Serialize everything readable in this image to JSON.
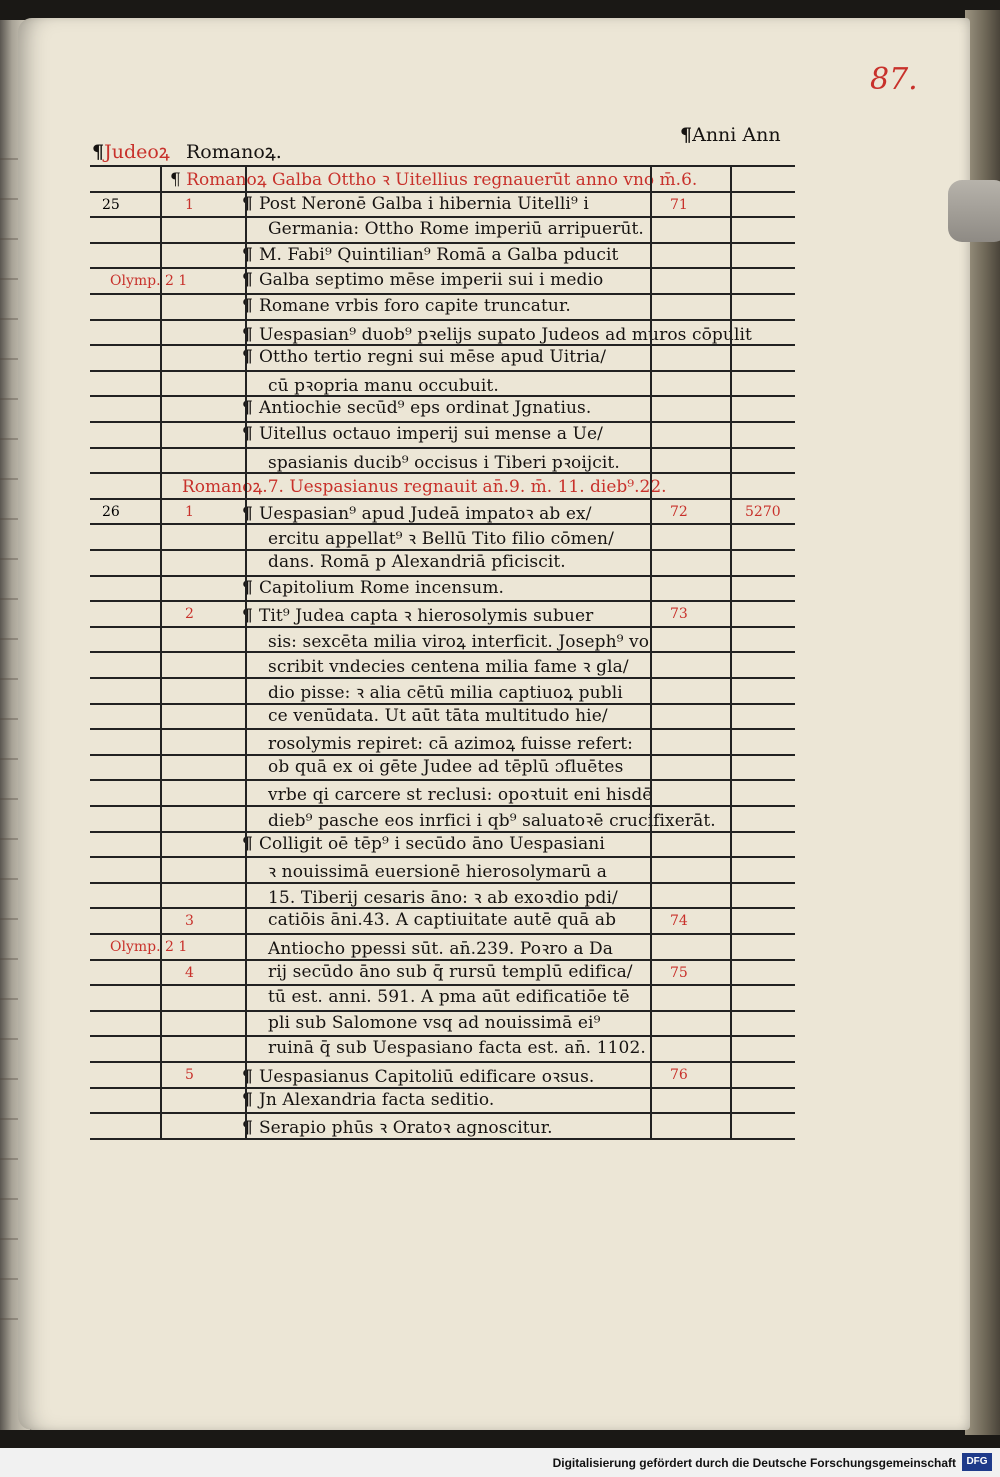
{
  "page_number": "87.",
  "headers": {
    "judeorum": "Judeoꝝ",
    "romanorum": "Romanoꝝ.",
    "anni": "Anni  Ann"
  },
  "sections": [
    {
      "heading": "Romanoꝝ Galba Ottho ꝛ Uitellius regnauerūt anno vno m̄.6.",
      "rows": [
        {
          "text": "Post Neronē Galba i hibernia Uitelli⁹ i",
          "left": "25",
          "mid": "1",
          "right": "71",
          "pilcrow": true
        },
        {
          "text": "Germania: Ottho Rome imperiū arripuerūt.",
          "left": "",
          "mid": "",
          "right": "",
          "pilcrow": false
        },
        {
          "text": "M. Fabi⁹ Quintilian⁹ Romā a Galba pducit",
          "left": "",
          "mid": "",
          "right": "",
          "pilcrow": true
        },
        {
          "text": "Galba septimo mēse imperii sui i medio",
          "left": "Olymp. 2 1",
          "mid": "",
          "right": "",
          "pilcrow": true
        },
        {
          "text": "Romane vrbis foro capite truncatur.",
          "left": "",
          "mid": "",
          "right": "",
          "pilcrow": true
        },
        {
          "text": "Uespasian⁹ duob⁹ pꝛelijs supato Judeos ad muros cōpulit",
          "left": "",
          "mid": "",
          "right": "",
          "pilcrow": true
        },
        {
          "text": "Ottho tertio regni sui mēse apud Uitria/",
          "left": "",
          "mid": "",
          "right": "",
          "pilcrow": true
        },
        {
          "text": "cū pꝛopria manu occubuit.",
          "left": "",
          "mid": "",
          "right": "",
          "pilcrow": false
        },
        {
          "text": "Antiochie secūd⁹ eps ordinat Jgnatius.",
          "left": "",
          "mid": "",
          "right": "",
          "pilcrow": true
        },
        {
          "text": "Uitellus octauo imperij sui mense a Ue/",
          "left": "",
          "mid": "",
          "right": "",
          "pilcrow": true
        },
        {
          "text": "spasianis ducib⁹ occisus i Tiberi pꝛoijcit.",
          "left": "",
          "mid": "",
          "right": "",
          "pilcrow": false
        }
      ]
    },
    {
      "heading": "Romanoꝝ.7. Uespasianus regnauit an̄.9. m̄. 11. dieb⁹.22.",
      "rows": [
        {
          "text": "Uespasian⁹ apud Judeā impatoꝛ ab ex/",
          "left": "26",
          "mid": "1",
          "right": "72",
          "far": "5270",
          "pilcrow": true
        },
        {
          "text": "ercitu appellat⁹ ꝛ Bellū Tito filio cōmen/",
          "left": "",
          "mid": "",
          "right": "",
          "pilcrow": false
        },
        {
          "text": "dans. Romā p Alexandriā pficiscit.",
          "left": "",
          "mid": "",
          "right": "",
          "pilcrow": false
        },
        {
          "text": "Capitolium Rome incensum.",
          "left": "",
          "mid": "",
          "right": "",
          "pilcrow": true
        },
        {
          "text": "Tit⁹ Judea capta ꝛ hierosolymis subuer",
          "left": "",
          "mid": "2",
          "right": "73",
          "pilcrow": true
        },
        {
          "text": "sis: sexcēta milia viroꝝ interficit. Joseph⁹ vo",
          "left": "",
          "mid": "",
          "right": "",
          "pilcrow": false
        },
        {
          "text": "scribit vndecies centena milia fame ꝛ gla/",
          "left": "",
          "mid": "",
          "right": "",
          "pilcrow": false
        },
        {
          "text": "dio pisse: ꝛ alia cētū milia captiuoꝝ publi",
          "left": "",
          "mid": "",
          "right": "",
          "pilcrow": false
        },
        {
          "text": "ce venūdata. Ut aūt tāta multitudo hie/",
          "left": "",
          "mid": "",
          "right": "",
          "pilcrow": false
        },
        {
          "text": "rosolymis repiret: cā azimoꝝ fuisse refert:",
          "left": "",
          "mid": "",
          "right": "",
          "pilcrow": false
        },
        {
          "text": "ob quā ex oi gēte Judee ad tēplū ɔfluētes",
          "left": "",
          "mid": "",
          "right": "",
          "pilcrow": false
        },
        {
          "text": "vrbe qi carcere st reclusi: opoꝛtuit eni hisdē",
          "left": "",
          "mid": "",
          "right": "",
          "pilcrow": false
        },
        {
          "text": "dieb⁹ pasche eos inrfici i qb⁹ saluatoꝛē crucifixerāt.",
          "left": "",
          "mid": "",
          "right": "",
          "pilcrow": false
        },
        {
          "text": "Colligit oē tēp⁹ i secūdo āno Uespasiani",
          "left": "",
          "mid": "",
          "right": "",
          "pilcrow": true
        },
        {
          "text": "ꝛ nouissimā euersionē hierosolymarū a",
          "left": "",
          "mid": "",
          "right": "",
          "pilcrow": false
        },
        {
          "text": "15. Tiberij cesaris āno: ꝛ ab exoꝛdio pdi/",
          "left": "",
          "mid": "",
          "right": "",
          "pilcrow": false
        },
        {
          "text": "catiōis āni.43. A captiuitate autē quā ab",
          "left": "",
          "mid": "3",
          "right": "74",
          "pilcrow": false
        },
        {
          "text": "Antiocho ppessi sūt. an̄.239. Poꝛro a Da",
          "left": "Olymp. 2 1",
          "mid": "",
          "right": "",
          "pilcrow": false
        },
        {
          "text": "rij secūdo āno sub q̄ rursū templū edifica/",
          "left": "",
          "mid": "4",
          "right": "75",
          "pilcrow": false
        },
        {
          "text": "tū est. anni. 591. A pma aūt edificatiōe tē",
          "left": "",
          "mid": "",
          "right": "",
          "pilcrow": false
        },
        {
          "text": "pli sub Salomone vsq ad nouissimā ei⁹",
          "left": "",
          "mid": "",
          "right": "",
          "pilcrow": false
        },
        {
          "text": "ruinā q̄ sub Uespasiano facta est. an̄. 1102.",
          "left": "",
          "mid": "",
          "right": "",
          "pilcrow": false
        },
        {
          "text": "Uespasianus Capitoliū edificare oꝛsus.",
          "left": "",
          "mid": "5",
          "right": "76",
          "pilcrow": true
        },
        {
          "text": "Jn Alexandria facta seditio.",
          "left": "",
          "mid": "",
          "right": "",
          "pilcrow": true
        },
        {
          "text": "Serapio phūs ꝛ Oratoꝛ agnoscitur.",
          "left": "",
          "mid": "",
          "right": "",
          "pilcrow": true
        }
      ]
    }
  ],
  "footer": {
    "text": "Digitalisierung gefördert durch die Deutsche Forschungsgemeinschaft",
    "logo": "DFG"
  },
  "colors": {
    "rubric": "#c8312b",
    "ink": "#161311",
    "paper": "#ece6d6"
  }
}
